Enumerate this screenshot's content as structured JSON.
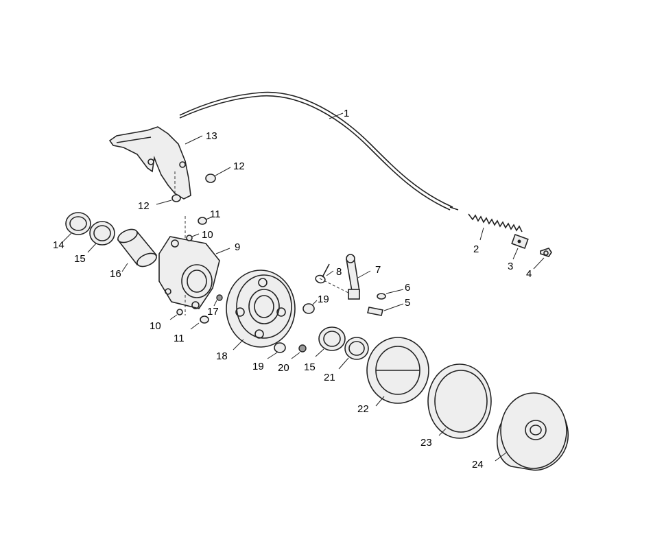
{
  "diagram": {
    "type": "exploded-parts-view",
    "line_color": "#222222",
    "background": "#ffffff",
    "callouts": {
      "c1": "1",
      "c2": "2",
      "c3": "3",
      "c4": "4",
      "c5": "5",
      "c6": "6",
      "c7": "7",
      "c8": "8",
      "c9": "9",
      "c10a": "10",
      "c10b": "10",
      "c11a": "11",
      "c11b": "11",
      "c12a": "12",
      "c12b": "12",
      "c13": "13",
      "c14": "14",
      "c15a": "15",
      "c15b": "15",
      "c16": "16",
      "c17": "17",
      "c18": "18",
      "c19a": "19",
      "c19b": "19",
      "c20": "20",
      "c21": "21",
      "c22": "22",
      "c23": "23",
      "c24": "24"
    }
  }
}
